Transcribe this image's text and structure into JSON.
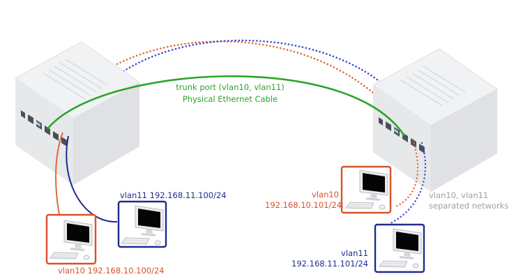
{
  "trunk": {
    "line1": "trunk port (vlan10, vlan11)",
    "line2": "Physical Ethernet Cable"
  },
  "pc_vlan11_left": {
    "label": "vlan11 192.168.11.100/24"
  },
  "pc_vlan10_left": {
    "label": "vlan10 192.168.10.100/24"
  },
  "pc_vlan10_right": {
    "vlan": "vlan10",
    "ip": "192.168.10.101/24"
  },
  "pc_vlan11_right": {
    "vlan": "vlan11",
    "ip": "192.168.11.101/24"
  },
  "note": {
    "line1": "vlan10, vlan11",
    "line2": "separated networks"
  },
  "colors": {
    "vlan10": "#d9502b",
    "vlan11": "#1f2b8f",
    "trunk": "#2aa52a",
    "note": "#a0a0a0"
  },
  "icons": {
    "router": "router-icon",
    "computer": "desktop-computer-icon"
  }
}
